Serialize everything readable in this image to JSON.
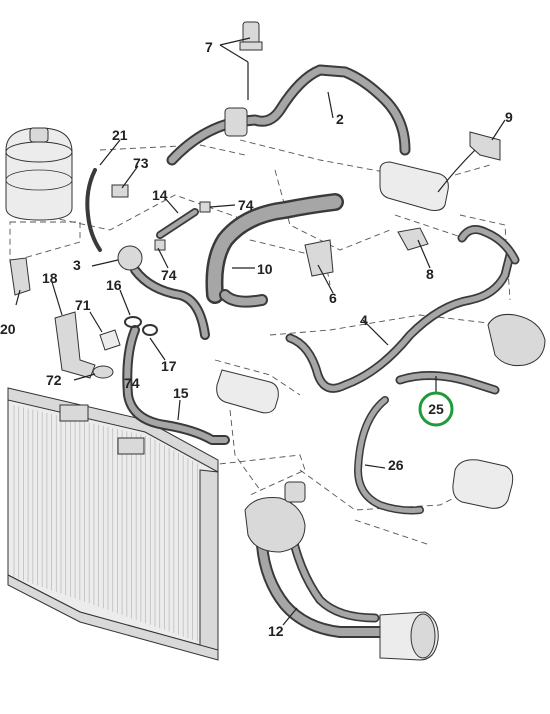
{
  "colors": {
    "background": "#ffffff",
    "hose": "#6e6e6e",
    "hose_highlight": "#a6a6a6",
    "outline": "#333333",
    "highlight_circle": "#1f9a3a"
  },
  "labels": {
    "p2": "2",
    "p4": "4",
    "p6": "6",
    "p7": "7",
    "p8": "8",
    "p9": "9",
    "p10": "10",
    "p12": "12",
    "p14": "14",
    "p15": "15",
    "p16": "16",
    "p17": "17",
    "p18": "18",
    "p20": "20",
    "p21": "21",
    "p25": "25",
    "p26": "26",
    "p3": "3",
    "p71": "71",
    "p72": "72",
    "p73": "73",
    "p74a": "74",
    "p74b": "74",
    "p74c": "74"
  },
  "highlighted_part": "25"
}
